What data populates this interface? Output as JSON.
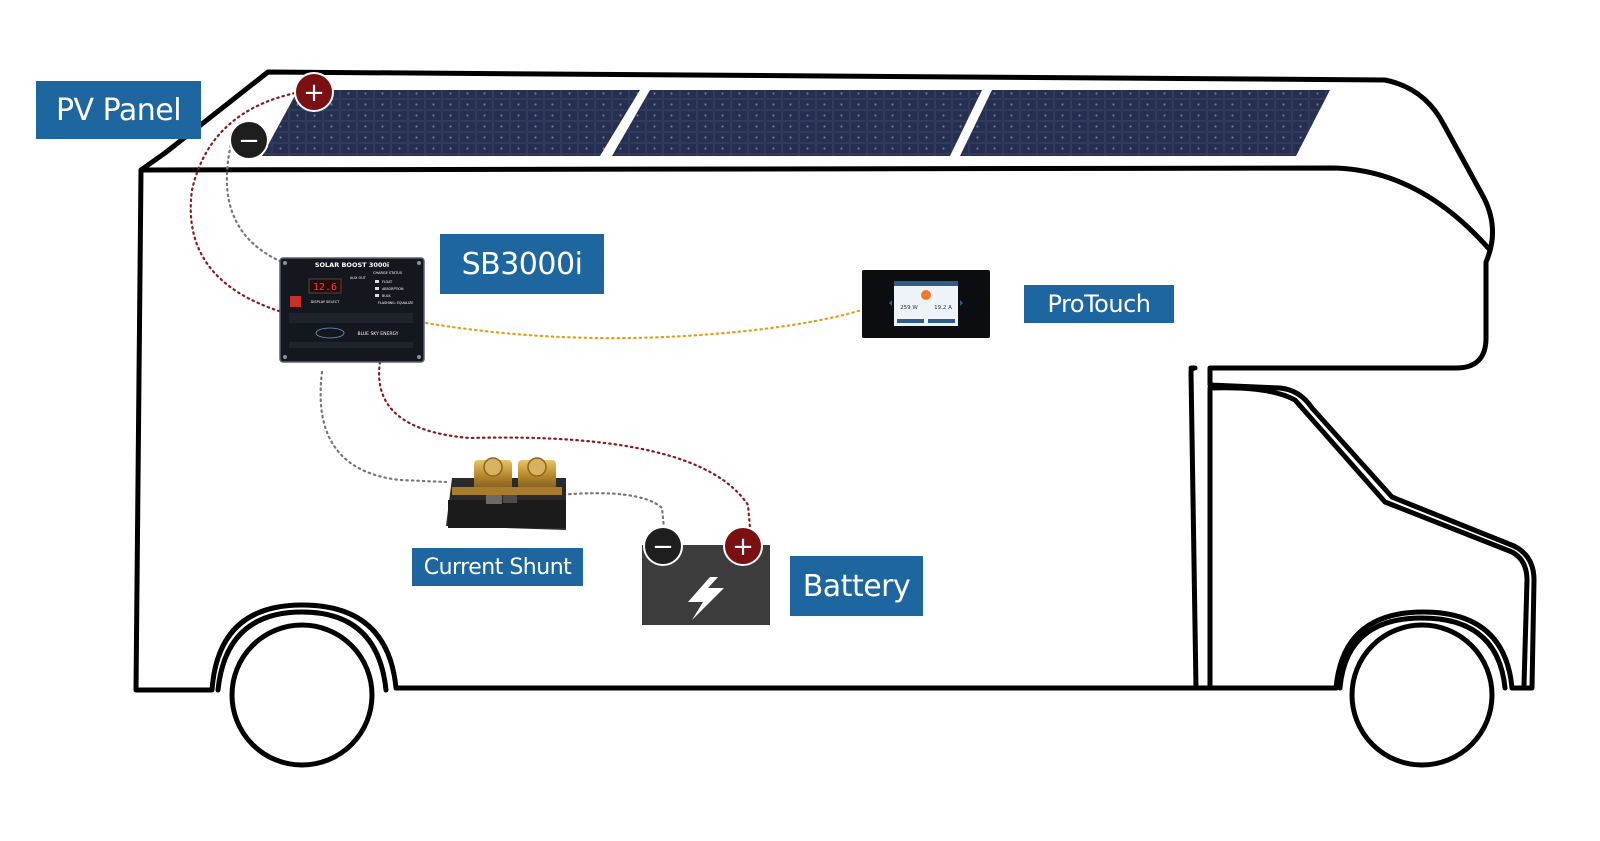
{
  "labels": {
    "pv_panel": "PV Panel",
    "sb3000i": "SB3000i",
    "protouch": "ProTouch",
    "current_shunt": "Current Shunt",
    "battery": "Battery"
  },
  "terminals": {
    "positive": "+",
    "negative": "−"
  },
  "controller": {
    "title": "SOLAR BOOST 3000i",
    "display_value": "12.6",
    "brand": "BLUE SKY ENERGY",
    "status_items": [
      "FLOAT",
      "ABSORPTION",
      "BULK",
      "FLASHING: EQUALIZE"
    ],
    "charge_status_label": "CHARGE STATUS",
    "aux_out_label": "AUX OUT",
    "display_select_label": "DISPLAY SELECT"
  },
  "protouch_screen": {
    "value_1": "259 W",
    "value_2": "19.2 A"
  },
  "colors": {
    "label_bg": "#1d66a0",
    "label_text": "#ffffff",
    "positive_terminal": "#7a1012",
    "negative_terminal": "#1e1e1e",
    "wire_red": "#8b1a1a",
    "wire_gray": "#777777",
    "wire_yellow": "#e0a21a",
    "panel": "#1b2340",
    "battery": "#3c3c3c"
  }
}
